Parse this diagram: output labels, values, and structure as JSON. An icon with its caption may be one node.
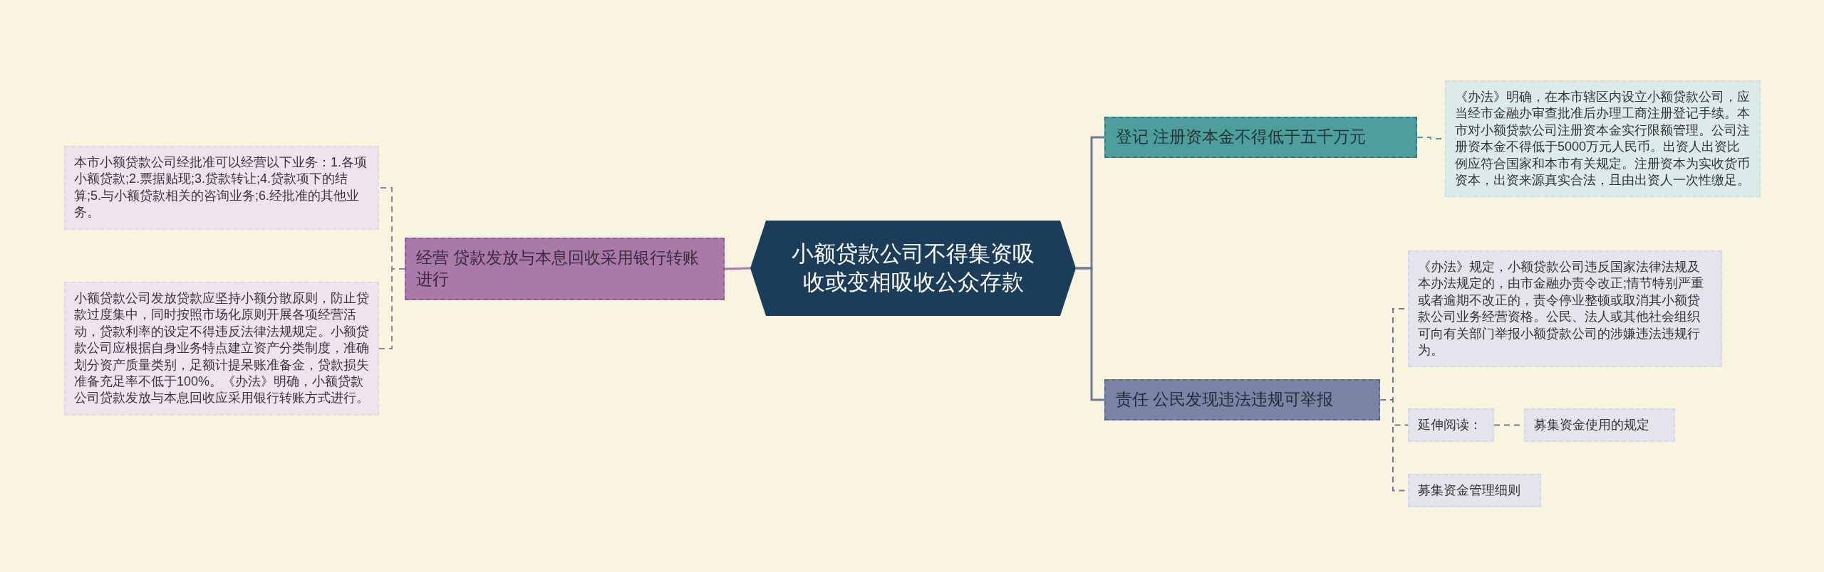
{
  "diagram": {
    "nodes": [
      {
        "text": [
          "小额贷款公司不得集资吸收或变相吸收公众存款"
        ]
      },
      {
        "text": [
          "经营 贷款发放与本息回收采用银行转账进行"
        ]
      },
      {
        "text": [
          "本市小额贷款公司经批准可以经营以下业务：1.各项小额贷款;2.票据贴现;3.贷款转让;4.贷款项下的结算;5.与小额贷款相关的咨询业务;6.经批准的其他业务。"
        ]
      },
      {
        "text": [
          "小额贷款公司发放贷款应坚持小额分散原则，防止贷款过度集中，同时按照市场化原则开展各项经营活动，贷款利率的设定不得违反法律法规规定。小额贷款公司应根据自身业务特点建立资产分类制度，准确划分资产质量类别，足额计提呆账准备金，贷款损失准备充足率不低于100%。《办法》明确，小额贷款公司贷款发放与本息回收应采用银行转账方式进行。"
        ]
      },
      {
        "text": [
          "登记 注册资本金不得低于五千万元"
        ]
      },
      {
        "text": [
          "《办法》明确，在本市辖区内设立小额贷款公司，应当经市金融办审查批准后办理工商注册登记手续。本市对小额贷款公司注册资本金实行限额管理。公司注册资本金不得低于5000万元人民币。出资人出资比例应符合国家和本市有关规定。注册资本为实收货币资本，出资来源真实合法，且由出资人一次性缴足。"
        ]
      },
      {
        "text": [
          "责任 公民发现违法违规可举报"
        ]
      },
      {
        "text": [
          "《办法》规定，小额贷款公司违反国家法律法规及本办法规定的，由市金融办责令改正;情节特别严重或者逾期不改正的，责令停业整顿或取消其小额贷款公司业务经营资格。公民、法人或其他社会组织可向有关部门举报小额贷款公司的涉嫌违法违规行为。"
        ]
      },
      {
        "text": [
          "延伸阅读："
        ]
      },
      {
        "text": [
          "募集资金使用的规定"
        ]
      },
      {
        "text": [
          "募集资金管理细则"
        ]
      }
    ],
    "edges": [
      {
        "from": 0,
        "to": 1,
        "arrow": "none",
        "color": "#a57aa8"
      },
      {
        "from": 1,
        "to": 2,
        "arrow": "none",
        "style": "dashed",
        "color": "#a57aa8"
      },
      {
        "from": 1,
        "to": 3,
        "arrow": "none",
        "style": "dashed",
        "color": "#a57aa8"
      },
      {
        "from": 0,
        "to": 4,
        "arrow": "none",
        "color": "#6d7a9a"
      },
      {
        "from": 0,
        "to": 6,
        "arrow": "none",
        "color": "#6d7a9a"
      },
      {
        "from": 4,
        "to": 5,
        "arrow": "none",
        "style": "dashed",
        "color": "#4a9a9a"
      },
      {
        "from": 6,
        "to": 7,
        "arrow": "none",
        "style": "dashed",
        "color": "#6d7a9a"
      },
      {
        "from": 6,
        "to": 8,
        "arrow": "none",
        "style": "dashed",
        "color": "#6d7a9a"
      },
      {
        "from": 6,
        "to": 10,
        "arrow": "none",
        "style": "dashed",
        "color": "#6d7a9a"
      },
      {
        "from": 8,
        "to": 9,
        "arrow": "none",
        "style": "dashed",
        "color": "#6d7a9a"
      }
    ]
  }
}
